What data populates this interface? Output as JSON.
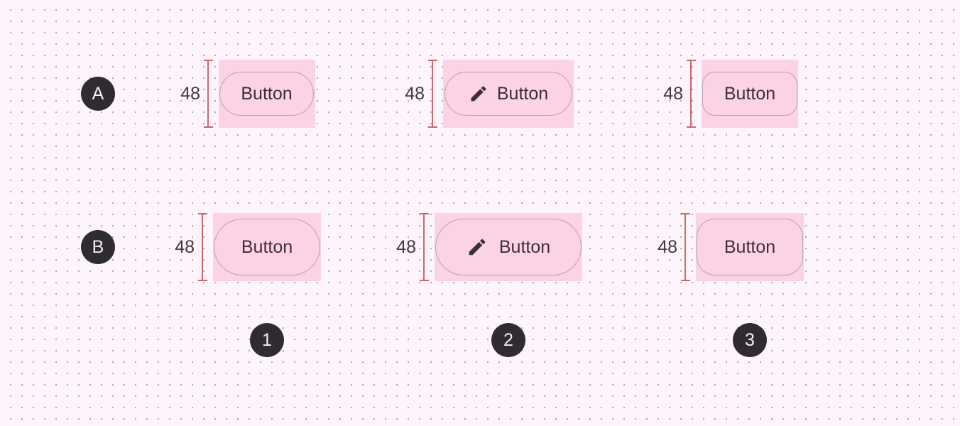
{
  "rows": [
    {
      "label": "A"
    },
    {
      "label": "B"
    }
  ],
  "columns": [
    {
      "label": "1"
    },
    {
      "label": "2"
    },
    {
      "label": "3"
    }
  ],
  "button_label": "Button",
  "dimension_label": "48",
  "icons": {
    "edit": "pencil-icon"
  },
  "colors": {
    "background": "#fdf5fb",
    "touch_target": "#fcd3e5",
    "button_outline": "#b3a2ae",
    "button_text": "#3e2e3a",
    "dimension_line": "#d0666a",
    "marker_fill": "#2f2c31"
  }
}
